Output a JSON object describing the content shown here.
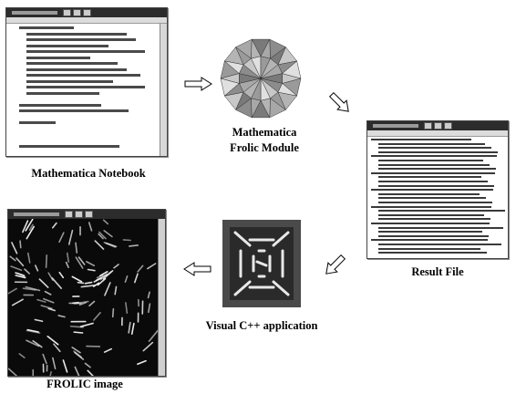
{
  "captions": {
    "notebook": "Mathematica Notebook",
    "module_line1": "Mathematica",
    "module_line2": "Frolic Module",
    "result": "Result File",
    "vcpp": "Visual C++ application",
    "frolic": "FROLIC image"
  },
  "colors": {
    "background": "#ffffff",
    "titlebar": "#2c2c2c",
    "frolic_bg": "#0a0a0a",
    "streak": "#f2f2f2"
  },
  "icons": {
    "arrow_right": "right-outline-arrow",
    "arrow_down_right": "down-right-outline-arrow",
    "arrow_down_left": "down-left-outline-arrow",
    "arrow_left": "left-outline-arrow"
  }
}
